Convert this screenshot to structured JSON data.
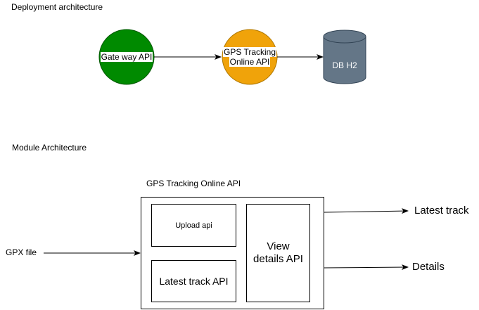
{
  "headings": {
    "deployment": "Deployment architecture",
    "module": "Module Architecture"
  },
  "deployment": {
    "gateway": {
      "label": "Gate way API",
      "color": "#008a00"
    },
    "tracking": {
      "label_line1": "GPS Tracking",
      "label_line2": "Online API",
      "color": "#f0a30a"
    },
    "database": {
      "label": "DB H2",
      "color": "#647687"
    }
  },
  "module": {
    "container_title": "GPS Tracking Online API",
    "upload": "Upload api",
    "latest_track_api": "Latest track API",
    "view_details_line1": "View",
    "view_details_line2": "details API",
    "input": "GPX file",
    "output_latest": "Latest track",
    "output_details": "Details"
  }
}
